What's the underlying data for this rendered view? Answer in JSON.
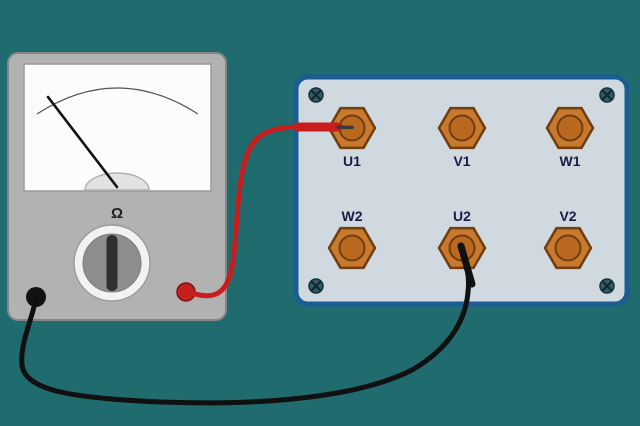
{
  "scene": {
    "background_color": "#1f6b6e",
    "description_labels": []
  },
  "meter": {
    "omega_label": "Ω",
    "body_color": "#b2b2b2",
    "dial_color": "#fcfcfc",
    "needle_color": "#111111",
    "knob_ring_color": "#f2f2f2",
    "knob_face_color": "#8e8e8e",
    "knob_pointer_color": "#2f2f2f",
    "jack_left_color": "#121212",
    "jack_right_color": "#c42020"
  },
  "terminal_box": {
    "panel_color": "#cfd9df",
    "border_color": "#1c5c95",
    "screw_color": "#355962",
    "terminal_fill": "#c8792e",
    "terminal_edge": "#6f3d0e",
    "terminal_inner": "#b9691f",
    "terminals": [
      "U1",
      "V1",
      "W1",
      "W2",
      "U2",
      "V2"
    ]
  },
  "wires": {
    "red_wire_color": "#c91d1d",
    "black_wire_color": "#101010",
    "probe_tip_color": "#3a3a3a"
  }
}
